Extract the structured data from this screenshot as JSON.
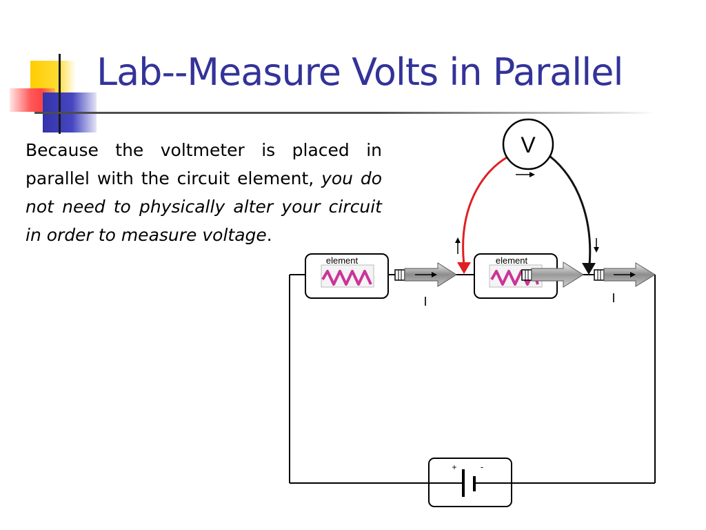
{
  "slide": {
    "title": "Lab--Measure Volts in Parallel",
    "paragraph": {
      "normal_1": "Because the voltmeter is placed in parallel with the circuit element, ",
      "italic": "you do not need to physically alter your circuit in order to measure voltage",
      "normal_2": "."
    }
  },
  "diagram": {
    "element_label_left": "element",
    "element_label_right": "element",
    "current_label_left": "I",
    "current_label_right": "I",
    "voltmeter_symbol": "V",
    "battery_plus": "+",
    "battery_minus": "-",
    "colors": {
      "title": "#333399",
      "voltmeter_red_lead": "#e02020",
      "voltmeter_black_lead": "#111111",
      "resistor": "#cc3399"
    }
  }
}
